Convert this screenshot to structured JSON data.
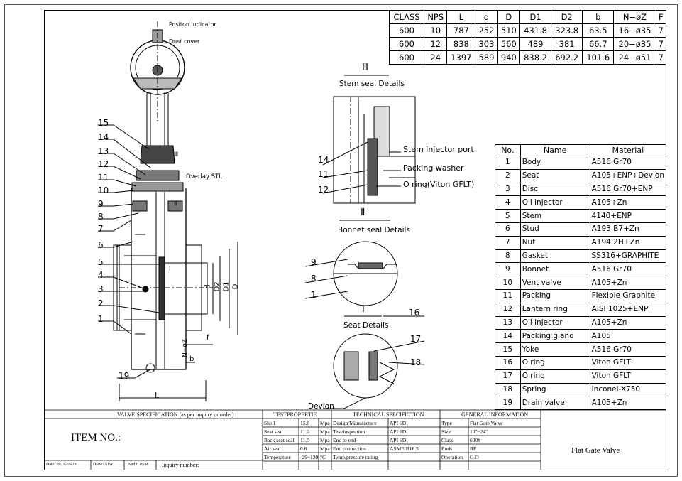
{
  "dims_table": {
    "headers": [
      "CLASS",
      "NPS",
      "L",
      "d",
      "D",
      "D1",
      "D2",
      "b",
      "N−øZ",
      "F"
    ],
    "rows": [
      [
        "600",
        "10",
        "787",
        "252",
        "510",
        "431.8",
        "323.8",
        "63.5",
        "16−ø35",
        "7"
      ],
      [
        "600",
        "12",
        "838",
        "303",
        "560",
        "489",
        "381",
        "66.7",
        "20−ø35",
        "7"
      ],
      [
        "600",
        "24",
        "1397",
        "589",
        "940",
        "838.2",
        "692.2",
        "101.6",
        "24−ø51",
        "7"
      ]
    ]
  },
  "materials_table": {
    "headers": [
      "No.",
      "Name",
      "Material"
    ],
    "rows": [
      [
        "1",
        "Body",
        "A516 Gr70"
      ],
      [
        "2",
        "Seat",
        "A105+ENP+Devlon"
      ],
      [
        "3",
        "Disc",
        "A516 Gr70+ENP"
      ],
      [
        "4",
        "Oil injector",
        "A105+Zn"
      ],
      [
        "5",
        "Stem",
        "4140+ENP"
      ],
      [
        "6",
        "Stud",
        "A193 B7+Zn"
      ],
      [
        "7",
        "Nut",
        "A194 2H+Zn"
      ],
      [
        "8",
        "Gasket",
        "SS316+GRAPHITE"
      ],
      [
        "9",
        "Bonnet",
        "A516 Gr70"
      ],
      [
        "10",
        "Vent valve",
        "A105+Zn"
      ],
      [
        "11",
        "Packing",
        "Flexible Graphite"
      ],
      [
        "12",
        "Lantern ring",
        "AISI 1025+ENP"
      ],
      [
        "13",
        "Oil injector",
        "A105+Zn"
      ],
      [
        "14",
        "Packing gland",
        "A105"
      ],
      [
        "15",
        "Yoke",
        "A516 Gr70"
      ],
      [
        "16",
        "O ring",
        "Viton GFLT"
      ],
      [
        "17",
        "O ring",
        "Viton GFLT"
      ],
      [
        "18",
        "Spring",
        "Inconel-X750"
      ],
      [
        "19",
        "Drain valve",
        "A105+Zn"
      ]
    ]
  },
  "labels": {
    "position_indicator": "Positon indicator",
    "dust_cover": "Dust cover",
    "overlay": "Overlay STL",
    "stem_seal_roman": "Ⅲ",
    "stem_seal_title": "Stem seal Details",
    "stem_injector": "Stem injector port",
    "packing_washer": "Packing washer",
    "o_ring_viton": "O ring(Viton GFLT)",
    "bonnet_seal_roman": "Ⅱ",
    "bonnet_seal_title": "Bonnet seal Details",
    "seat_roman": "Ⅰ",
    "seat_title": "Seat Details",
    "devlon": "Devlon",
    "dim_L": "L",
    "dim_d": "d",
    "dim_D2": "D2",
    "dim_D1": "D1",
    "dim_D": "D",
    "dim_f": "f",
    "dim_b": "b",
    "dim_NZ": "N−øZ",
    "mark_I": "Ⅰ",
    "mark_II": "Ⅱ",
    "mark_III": "Ⅲ"
  },
  "left_callouts": [
    "15",
    "14",
    "13",
    "12",
    "11",
    "10",
    "9",
    "8",
    "7",
    "6",
    "5",
    "4",
    "3",
    "2",
    "1",
    "19"
  ],
  "stem_callouts": [
    "14",
    "11",
    "12"
  ],
  "bonnet_callouts": [
    "9",
    "8",
    "1"
  ],
  "seat_callouts": [
    "16",
    "17",
    "18"
  ],
  "title_block": {
    "spec_header": "VALVE SPECIFICATION (as per inquiry or order)",
    "item_no": "ITEM NO.:",
    "date": "Date: 2021-10-29",
    "draw": "Draw: Alex",
    "audit": "Audit: PSM",
    "inquiry": "Inquiry number:",
    "test_header": "TESTPROPERTIE",
    "tests": [
      [
        "Shell",
        "15.0",
        "Mpa"
      ],
      [
        "Seat seal",
        "11.0",
        "Mpa"
      ],
      [
        "Back seat seal",
        "11.0",
        "Mpa"
      ],
      [
        "Air seal",
        "0.6",
        "Mpa"
      ],
      [
        "Temperature",
        "-29~120",
        "°C"
      ]
    ],
    "tech_header": "TECHNICAL SPECIFICTION",
    "tech": [
      [
        "Design/Manufacture",
        "API 6D"
      ],
      [
        "Test/inspection",
        "API 6D"
      ],
      [
        "End to end",
        "API 6D"
      ],
      [
        "End connection",
        "ASME B16.5"
      ],
      [
        "Temp/pressure rating",
        ""
      ]
    ],
    "gen_header": "GENERAL INFORMATION",
    "gen": [
      [
        "Type",
        "Flat Gate Valve"
      ],
      [
        "Size",
        "10\"~24\""
      ],
      [
        "Class",
        "600#"
      ],
      [
        "Ends",
        "RF"
      ],
      [
        "Operation",
        "G.O"
      ]
    ],
    "product": "Flat Gate Valve"
  }
}
